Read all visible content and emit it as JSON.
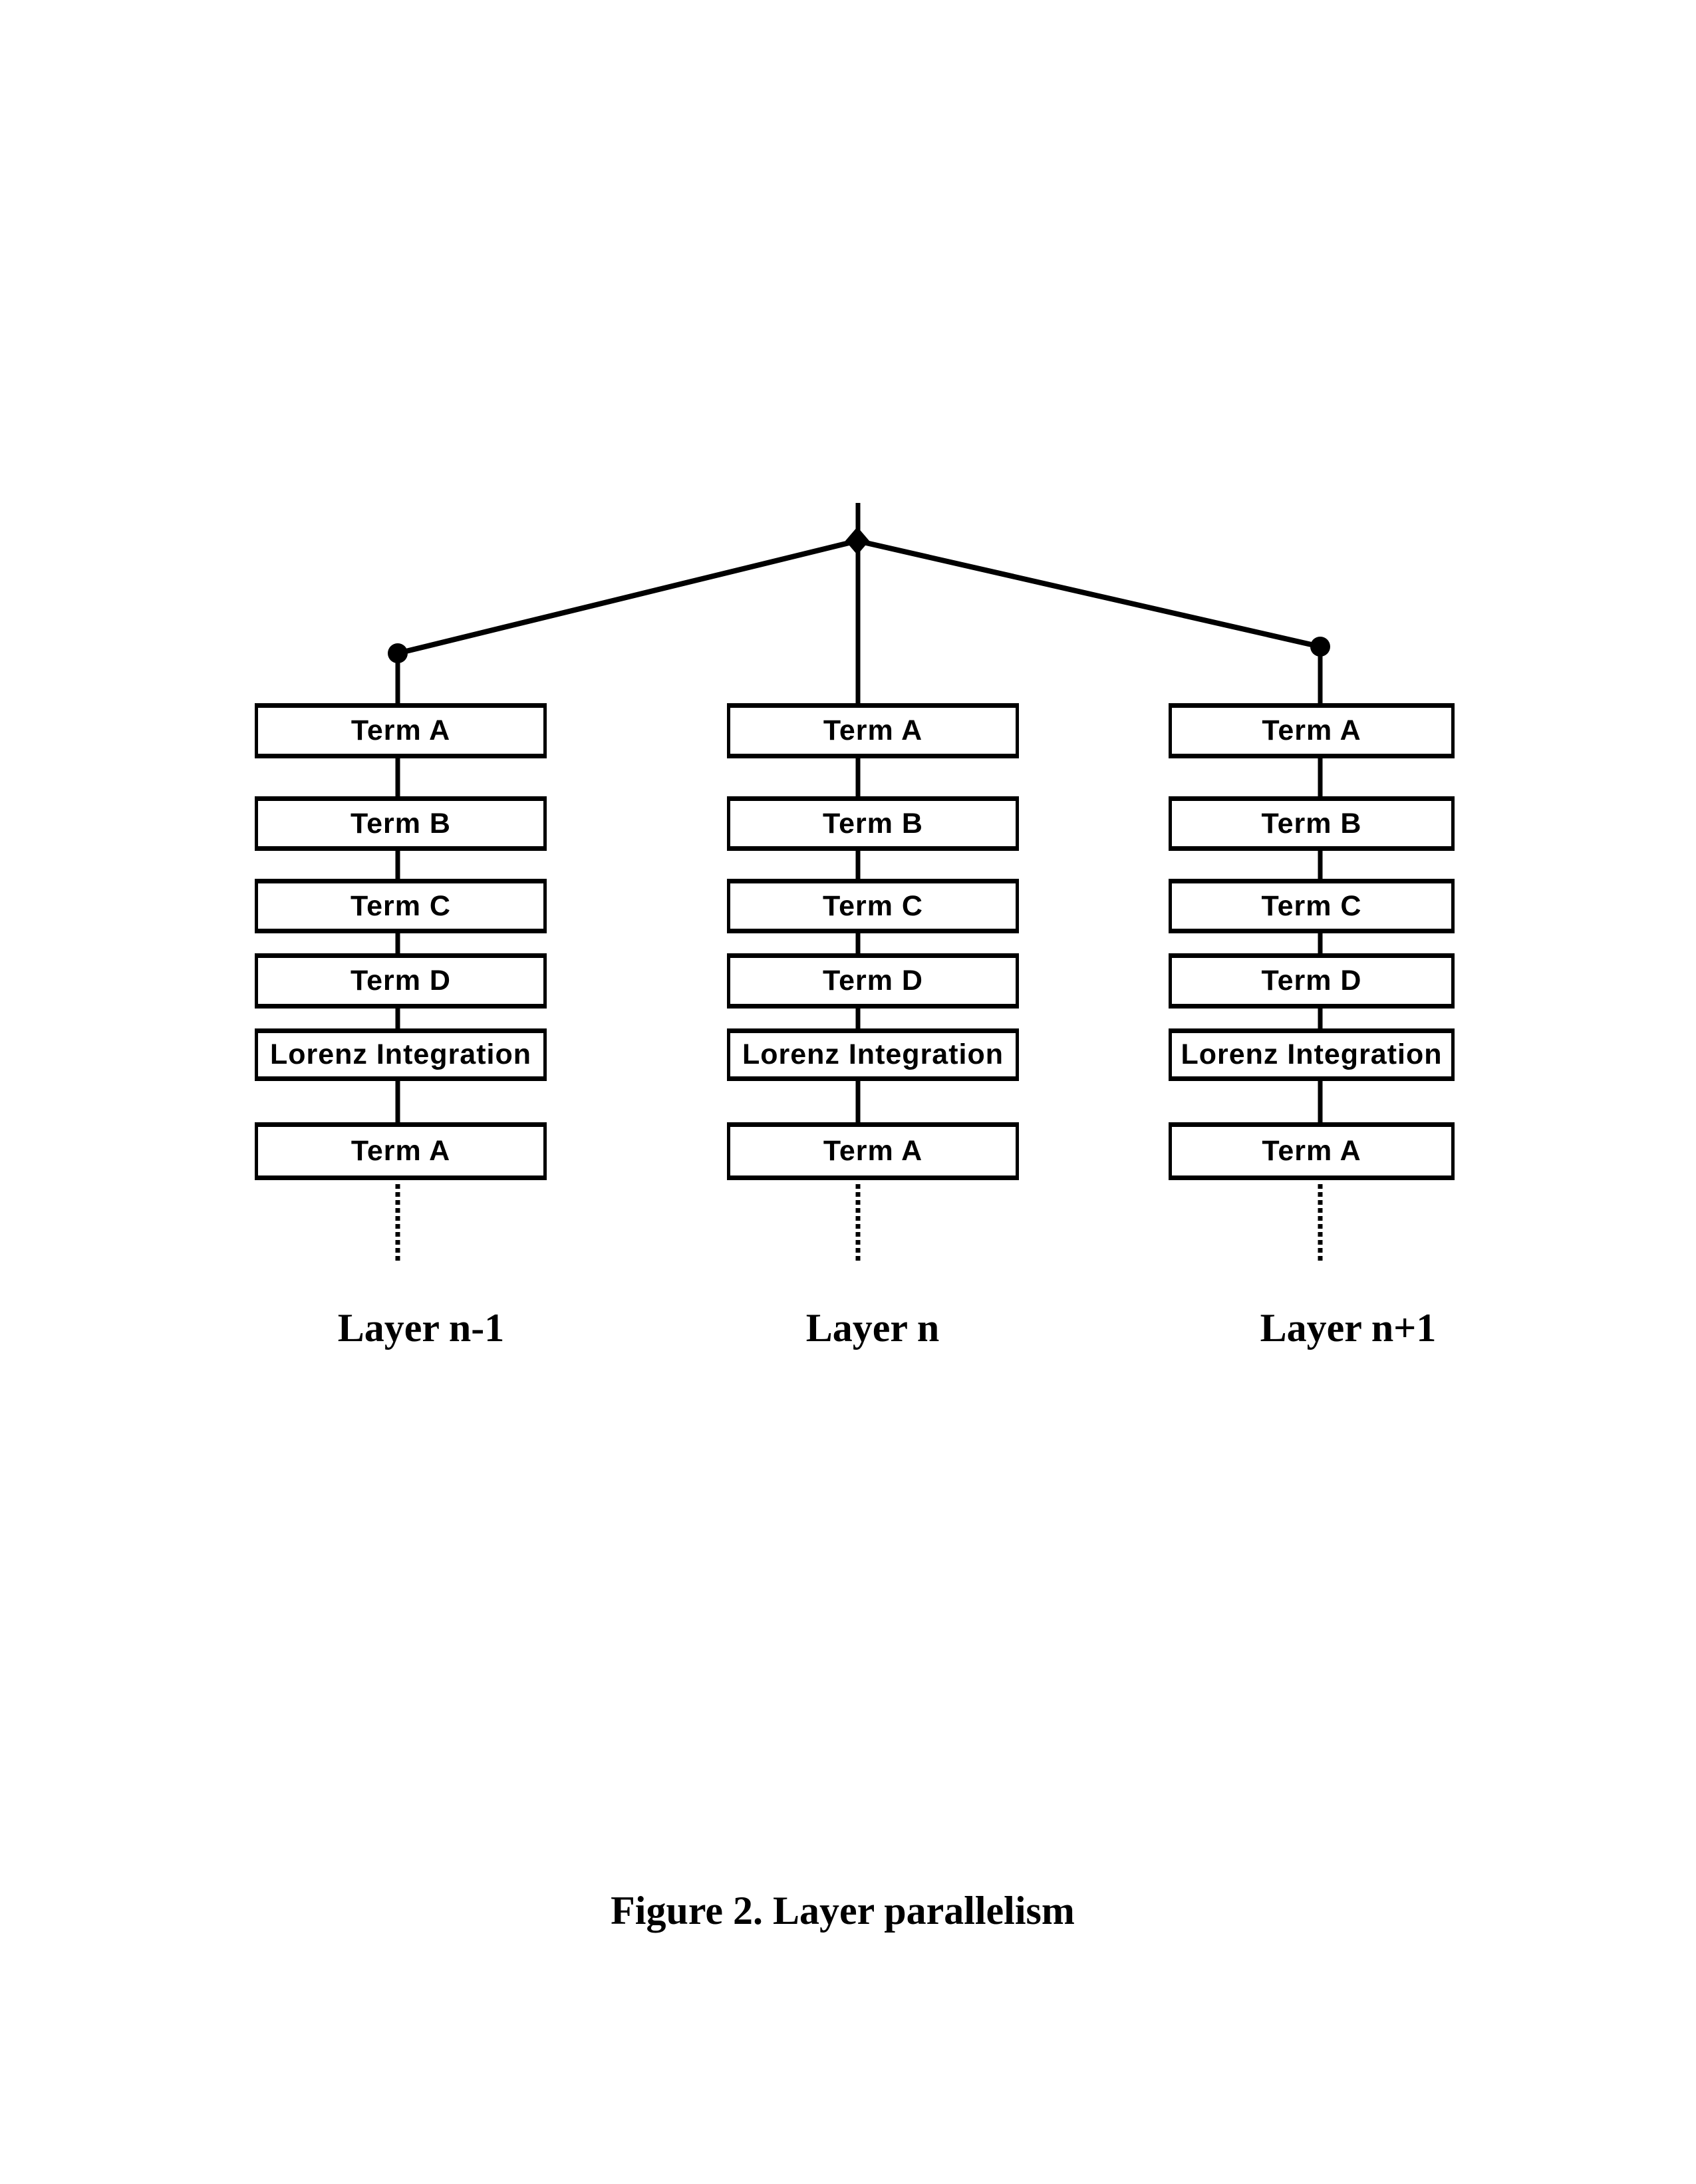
{
  "figure": {
    "caption": "Figure 2. Layer parallelism"
  },
  "diagram": {
    "root_node": "diamond-junction",
    "branch_nodes": [
      "dot-left",
      "dot-right"
    ],
    "line_color": "#000000",
    "background_color": "#ffffff",
    "columns": [
      {
        "label": "Layer n-1",
        "boxes": [
          "Term A",
          "Term B",
          "Term C",
          "Term D",
          "Lorenz Integration",
          "Term A"
        ]
      },
      {
        "label": "Layer n",
        "boxes": [
          "Term A",
          "Term B",
          "Term C",
          "Term D",
          "Lorenz Integration",
          "Term A"
        ]
      },
      {
        "label": "Layer n+1",
        "boxes": [
          "Term A",
          "Term B",
          "Term C",
          "Term D",
          "Lorenz Integration",
          "Term A"
        ]
      }
    ]
  }
}
